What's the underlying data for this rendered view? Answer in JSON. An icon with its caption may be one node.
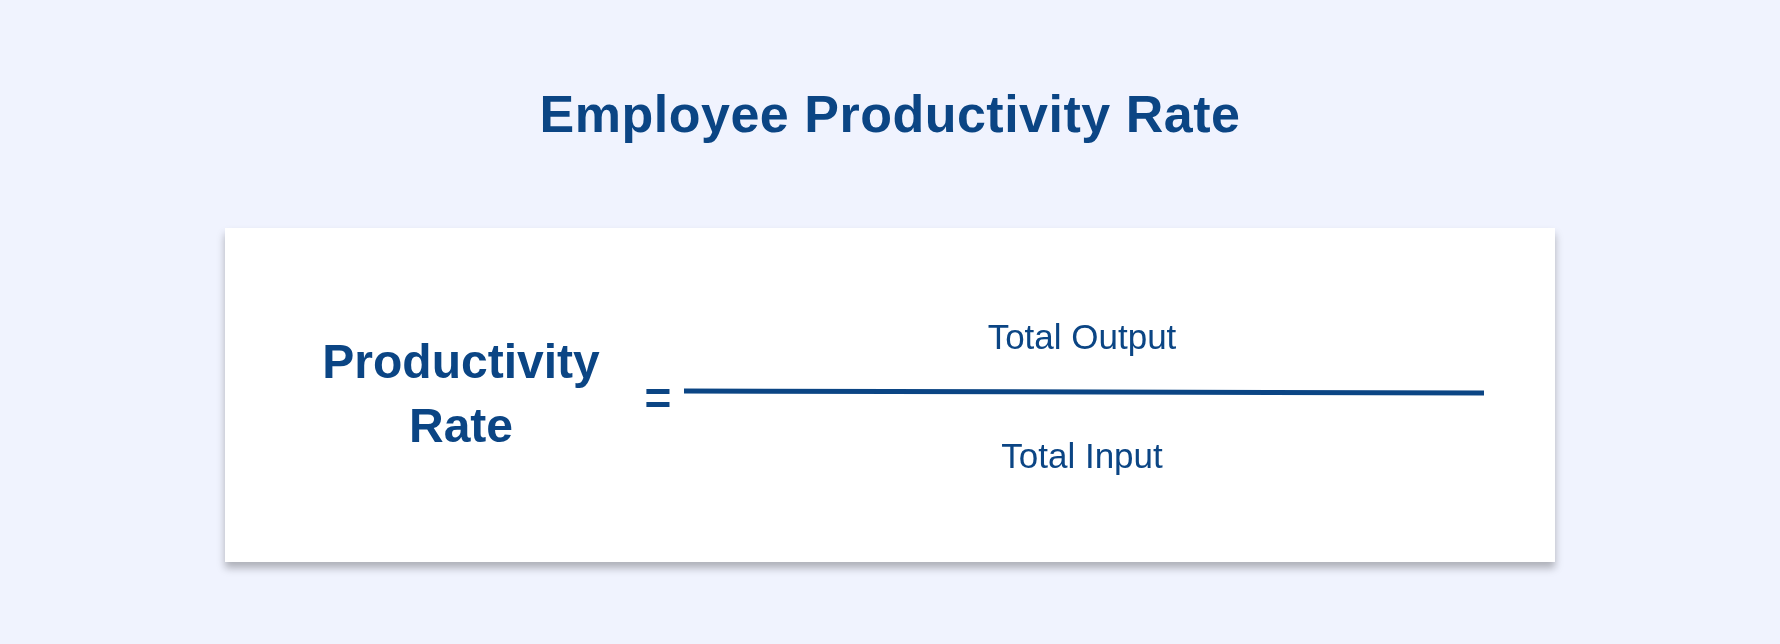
{
  "diagram": {
    "title": "Employee Productivity Rate",
    "nodes": [
      {
        "text": [
          "Productivity Rate",
          "=",
          "Total Output",
          "Total Input"
        ]
      }
    ]
  }
}
